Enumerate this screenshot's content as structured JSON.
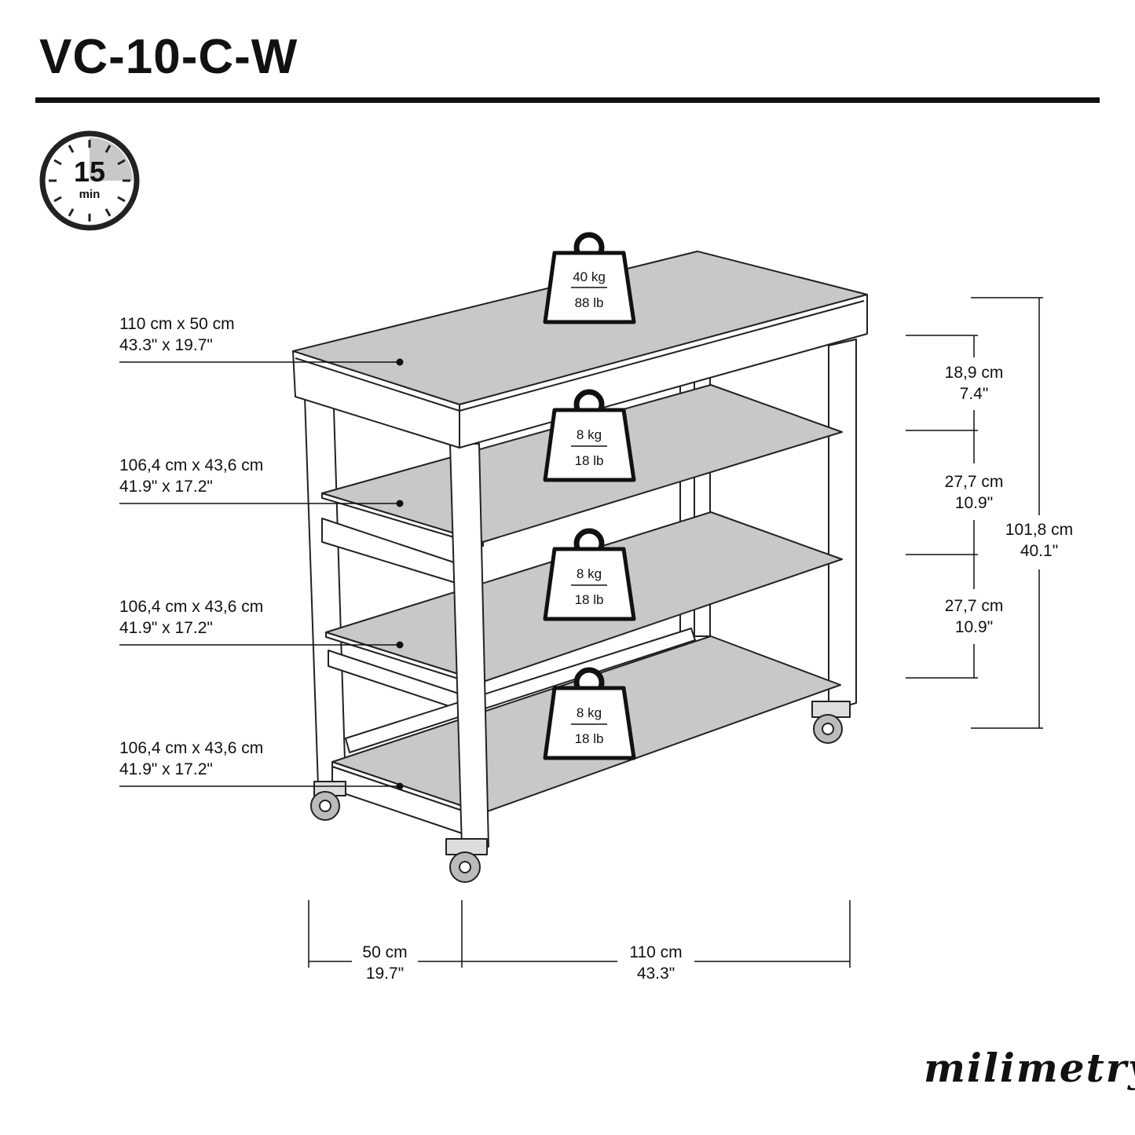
{
  "title": "VC-10-C-W",
  "timer": {
    "value": "15",
    "unit": "min"
  },
  "loads": [
    {
      "kg": "40 kg",
      "lb": "88 lb"
    },
    {
      "kg": "8 kg",
      "lb": "18 lb"
    },
    {
      "kg": "8 kg",
      "lb": "18 lb"
    },
    {
      "kg": "8 kg",
      "lb": "18 lb"
    }
  ],
  "surfaces": [
    {
      "metric": "110 cm x 50 cm",
      "imperial": "43.3\" x 19.7\""
    },
    {
      "metric": "106,4 cm x 43,6 cm",
      "imperial": "41.9\" x 17.2\""
    },
    {
      "metric": "106,4 cm x 43,6 cm",
      "imperial": "41.9\" x 17.2\""
    },
    {
      "metric": "106,4 cm x 43,6 cm",
      "imperial": "41.9\" x 17.2\""
    }
  ],
  "heights": [
    {
      "metric": "18,9 cm",
      "imperial": "7.4\""
    },
    {
      "metric": "27,7 cm",
      "imperial": "10.9\""
    },
    {
      "metric": "27,7 cm",
      "imperial": "10.9\""
    }
  ],
  "total_height": {
    "metric": "101,8 cm",
    "imperial": "40.1\""
  },
  "depth": {
    "metric": "50 cm",
    "imperial": "19.7\""
  },
  "width": {
    "metric": "110 cm",
    "imperial": "43.3\""
  },
  "brand": "milimetry"
}
